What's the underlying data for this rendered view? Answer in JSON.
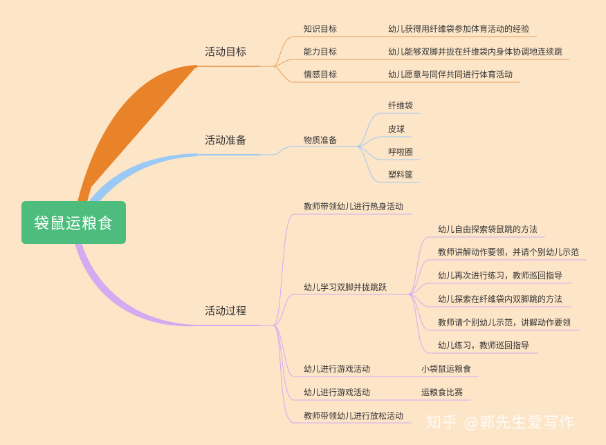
{
  "root": {
    "label": "袋鼠运粮食"
  },
  "colors": {
    "branch_goal": "#e8832a",
    "branch_prep": "#9bc9f5",
    "branch_process": "#d4aaf0",
    "line_goal": "#e8a05a",
    "line_prep": "#9bc9f5",
    "line_process": "#d4aaf0"
  },
  "branches": [
    {
      "label": "活动目标",
      "children": [
        {
          "label": "知识目标",
          "children": [
            {
              "label": "幼儿获得用纤维袋参加体育活动的经验"
            }
          ]
        },
        {
          "label": "能力目标",
          "children": [
            {
              "label": "幼儿能够双脚并拢在纤维袋内身体协调地连续跳"
            }
          ]
        },
        {
          "label": "情感目标",
          "children": [
            {
              "label": "幼儿愿意与同伴共同进行体育活动"
            }
          ]
        }
      ]
    },
    {
      "label": "活动准备",
      "children": [
        {
          "label": "物质准备",
          "children": [
            {
              "label": "纤维袋"
            },
            {
              "label": "皮球"
            },
            {
              "label": "呼啦圈"
            },
            {
              "label": "塑料筐"
            }
          ]
        }
      ]
    },
    {
      "label": "活动过程",
      "children": [
        {
          "label": "教师带领幼儿进行热身活动",
          "children": []
        },
        {
          "label": "幼儿学习双脚并拢跳跃",
          "children": [
            {
              "label": "幼儿自由探索袋鼠跳的方法"
            },
            {
              "label": "教师讲解动作要领，并请个别幼儿示范"
            },
            {
              "label": "幼儿再次进行练习，教师巡回指导"
            },
            {
              "label": "幼儿探索在纤维袋内双脚跳的方法"
            },
            {
              "label": "教师请个别幼儿示范，讲解动作要领"
            },
            {
              "label": "幼儿练习，教师巡回指导"
            }
          ]
        },
        {
          "label": "幼儿进行游戏活动",
          "children": [
            {
              "label": "小袋鼠运粮食"
            }
          ]
        },
        {
          "label": "幼儿进行游戏活动",
          "children": [
            {
              "label": "运粮食比赛"
            }
          ]
        },
        {
          "label": "教师带领幼儿进行放松活动",
          "children": []
        }
      ]
    }
  ],
  "watermark": "知乎 @郭先生爱写作"
}
